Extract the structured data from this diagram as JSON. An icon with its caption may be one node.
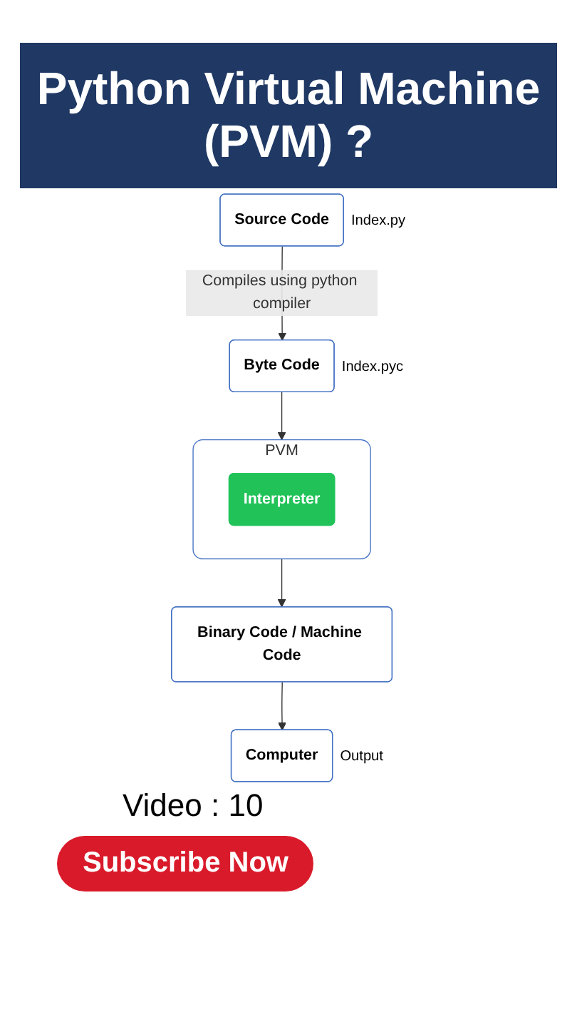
{
  "diagram": {
    "title": "Python Virtual Machine (PVM) ?",
    "nodes": [
      {
        "text": [
          "Source Code"
        ],
        "beside": [
          "Index.py"
        ]
      },
      {
        "text": [
          "Byte Code"
        ],
        "beside": [
          "Index.pyc"
        ]
      },
      {
        "text": [
          "PVM"
        ]
      },
      {
        "text": [
          "Interpreter"
        ],
        "in": 2
      },
      {
        "text": [
          "Binary Code / Machine Code"
        ]
      },
      {
        "text": [
          "Computer"
        ],
        "beside": [
          "Output"
        ]
      }
    ],
    "edges": [
      {
        "from": 0,
        "to": 1,
        "arrow": "to",
        "label": "Compiles using python compiler"
      },
      {
        "from": 1,
        "to": 2,
        "arrow": "to"
      },
      {
        "from": 2,
        "to": 4,
        "arrow": "to"
      },
      {
        "from": 4,
        "to": 5,
        "arrow": "to"
      }
    ],
    "labels": [
      "Video : 10",
      "Subscribe Now"
    ]
  }
}
